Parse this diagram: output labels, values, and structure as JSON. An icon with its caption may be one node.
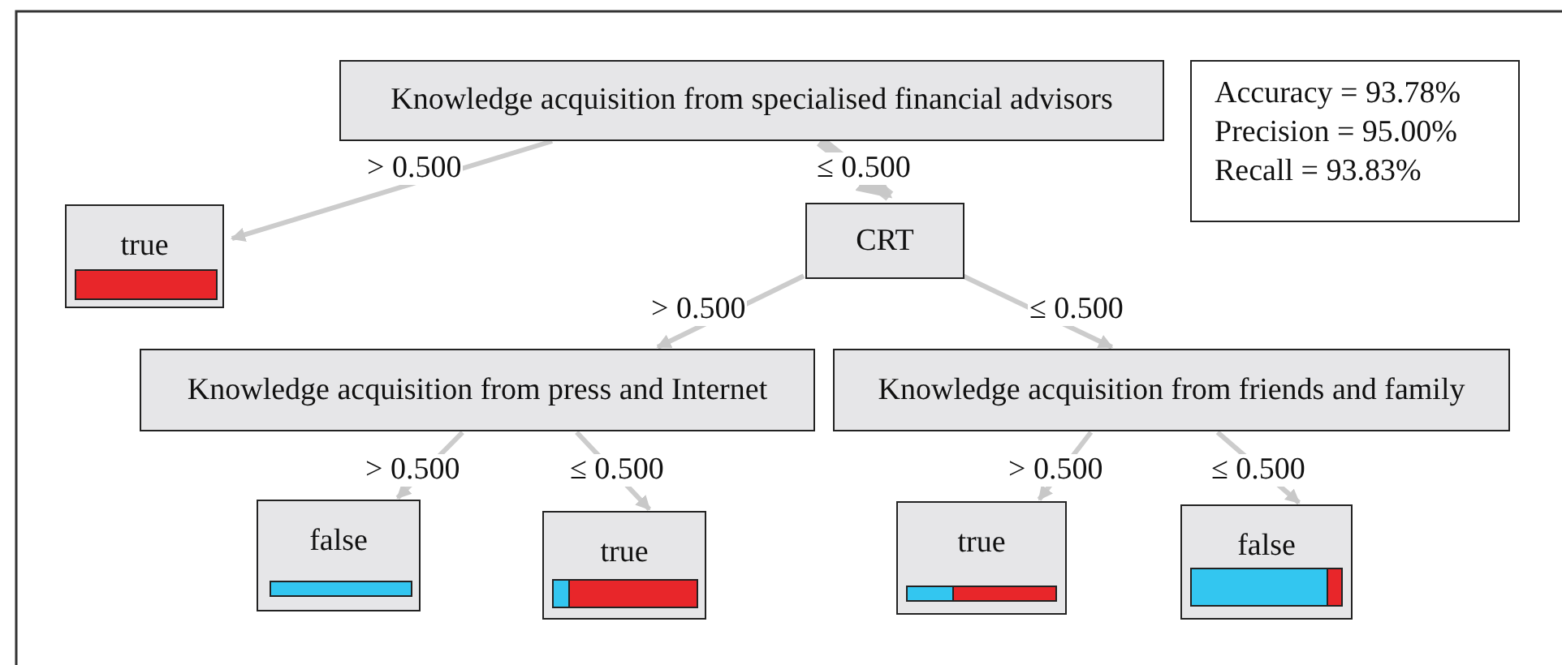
{
  "diagram": {
    "nodes": [
      {
        "text": [
          "Knowledge acquisition from specialised financial advisors"
        ]
      },
      {
        "text": [
          "true"
        ]
      },
      {
        "text": [
          "CRT"
        ]
      },
      {
        "text": [
          "Knowledge acquisition from press and Internet"
        ]
      },
      {
        "text": [
          "Knowledge acquisition from friends and family"
        ]
      },
      {
        "text": [
          "false"
        ]
      },
      {
        "text": [
          "true"
        ]
      },
      {
        "text": [
          "true"
        ]
      },
      {
        "text": [
          "false"
        ]
      },
      {
        "text": [
          "Accuracy = 93.78%",
          "Precision = 95.00%",
          "Recall = 93.83%"
        ]
      }
    ],
    "edges": [
      {
        "from": 0,
        "to": 1,
        "arrow": "to",
        "label": "> 0.500"
      },
      {
        "from": 0,
        "to": 2,
        "arrow": "to",
        "label": "≤ 0.500",
        "style": "thick"
      },
      {
        "from": 2,
        "to": 3,
        "arrow": "to",
        "label": "> 0.500"
      },
      {
        "from": 2,
        "to": 4,
        "arrow": "to",
        "label": "≤ 0.500"
      },
      {
        "from": 3,
        "to": 5,
        "arrow": "to",
        "label": "> 0.500"
      },
      {
        "from": 3,
        "to": 6,
        "arrow": "to",
        "label": "≤ 0.500"
      },
      {
        "from": 4,
        "to": 7,
        "arrow": "to",
        "label": "> 0.500"
      },
      {
        "from": 4,
        "to": 8,
        "arrow": "to",
        "label": "≤ 0.500"
      }
    ]
  }
}
